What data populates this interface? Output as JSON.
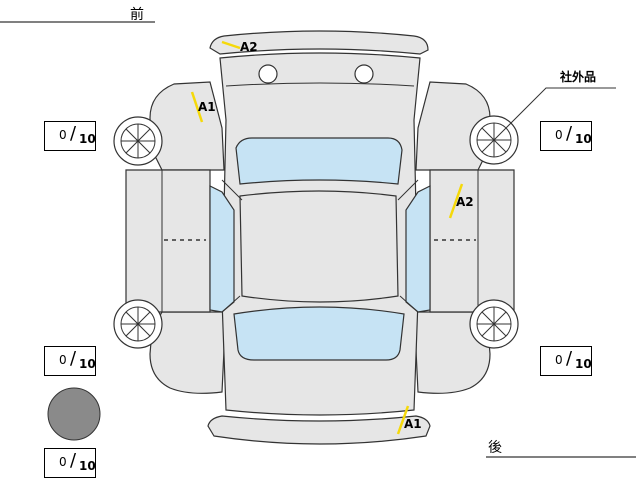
{
  "directions": {
    "front": "前",
    "rear": "後"
  },
  "brand_label": "社外品",
  "damage_marks": [
    "A2",
    "A1",
    "A2",
    "A1"
  ],
  "tire_gauges": [
    {
      "value": "0",
      "max": "10"
    },
    {
      "value": "0",
      "max": "10"
    },
    {
      "value": "0",
      "max": "10"
    },
    {
      "value": "0",
      "max": "10"
    },
    {
      "value": "0",
      "max": "10"
    }
  ],
  "colors": {
    "body": "#e6e6e6",
    "glass": "#c6e3f4",
    "outline": "#333333",
    "damage_marker": "#f5d90a",
    "spare_tire": "#8a8a8a"
  }
}
